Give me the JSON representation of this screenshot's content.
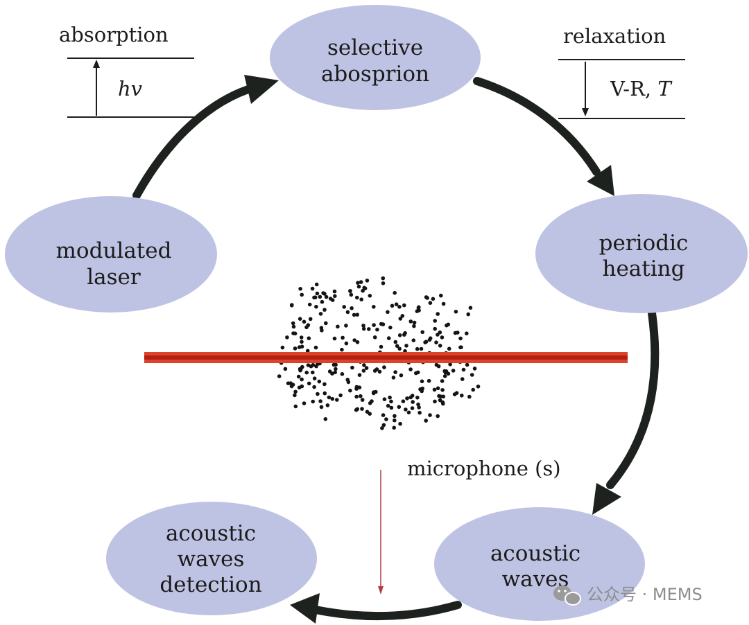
{
  "nodes": {
    "selective_absorption": [
      "selective",
      "abosprion"
    ],
    "periodic_heating": [
      "periodic",
      "heating"
    ],
    "acoustic_waves": [
      "acoustic",
      "waves"
    ],
    "acoustic_waves_detection": [
      "acoustic",
      "waves",
      "detection"
    ],
    "modulated_laser": [
      "modulated",
      "laser"
    ]
  },
  "absorption": {
    "title": "absorption",
    "symbol": "hv"
  },
  "relaxation": {
    "title": "relaxation",
    "label_prefix": "V-R, ",
    "label_italic": "T"
  },
  "microphone_label": "microphone (s)",
  "watermark": "公众号 · MEMS",
  "colors": {
    "ellipse_fill": "#bfc3e3",
    "arrow": "#1e221f",
    "laser_beam": "#d9442a",
    "laser_core": "#b81d12",
    "microphone_arrow": "#b04040"
  }
}
